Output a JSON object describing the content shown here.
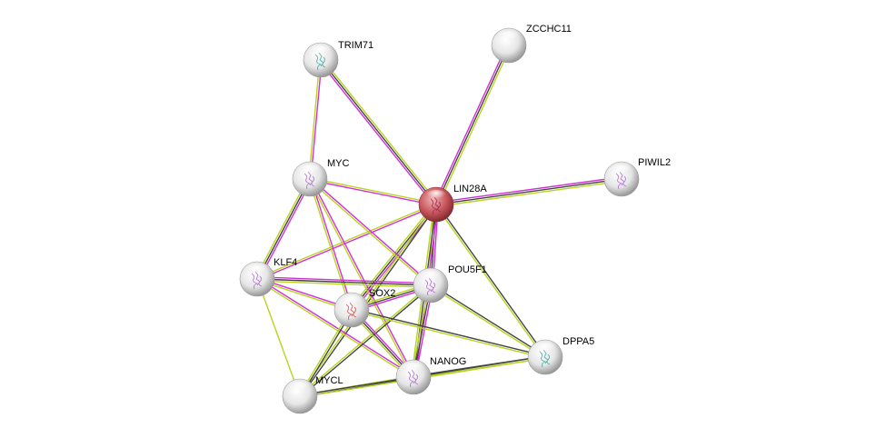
{
  "diagram": {
    "type": "protein-interaction-network",
    "query_protein": "LIN28A",
    "edge_colors": {
      "magenta": "#d12fd6",
      "black": "#444444",
      "yellow": "#b8d41e"
    },
    "nodes": [
      {
        "id": "LIN28A",
        "label": "LIN28A",
        "query": true,
        "color": "#c85a60",
        "has_structure": true
      },
      {
        "id": "TRIM71",
        "label": "TRIM71",
        "query": false,
        "color": "#e0e0e0",
        "has_structure": true
      },
      {
        "id": "ZCCHC11",
        "label": "ZCCHC11",
        "query": false,
        "color": "#e0e0e0",
        "has_structure": false
      },
      {
        "id": "PIWIL2",
        "label": "PIWIL2",
        "query": false,
        "color": "#e0e0e0",
        "has_structure": true
      },
      {
        "id": "MYC",
        "label": "MYC",
        "query": false,
        "color": "#e0e0e0",
        "has_structure": true
      },
      {
        "id": "KLF4",
        "label": "KLF4",
        "query": false,
        "color": "#e0e0e0",
        "has_structure": true
      },
      {
        "id": "POU5F1",
        "label": "POU5F1",
        "query": false,
        "color": "#e0e0e0",
        "has_structure": true
      },
      {
        "id": "SOX2",
        "label": "SOX2",
        "query": false,
        "color": "#e0e0e0",
        "has_structure": true
      },
      {
        "id": "DPPA5",
        "label": "DPPA5",
        "query": false,
        "color": "#e0e0e0",
        "has_structure": true
      },
      {
        "id": "NANOG",
        "label": "NANOG",
        "query": false,
        "color": "#e0e0e0",
        "has_structure": true
      },
      {
        "id": "MYCL",
        "label": "MYCL",
        "query": false,
        "color": "#e0e0e0",
        "has_structure": false
      }
    ],
    "edges": [
      {
        "source": "LIN28A",
        "target": "TRIM71",
        "types": [
          "magenta",
          "black",
          "yellow"
        ]
      },
      {
        "source": "LIN28A",
        "target": "ZCCHC11",
        "types": [
          "magenta",
          "black",
          "yellow"
        ]
      },
      {
        "source": "LIN28A",
        "target": "PIWIL2",
        "types": [
          "magenta",
          "black",
          "yellow"
        ]
      },
      {
        "source": "LIN28A",
        "target": "MYC",
        "types": [
          "magenta",
          "yellow"
        ]
      },
      {
        "source": "LIN28A",
        "target": "KLF4",
        "types": [
          "magenta",
          "yellow"
        ]
      },
      {
        "source": "LIN28A",
        "target": "POU5F1",
        "types": [
          "magenta",
          "black",
          "yellow"
        ]
      },
      {
        "source": "LIN28A",
        "target": "SOX2",
        "types": [
          "magenta",
          "black",
          "yellow"
        ]
      },
      {
        "source": "LIN28A",
        "target": "NANOG",
        "types": [
          "magenta",
          "black",
          "yellow"
        ]
      },
      {
        "source": "LIN28A",
        "target": "DPPA5",
        "types": [
          "black",
          "yellow"
        ]
      },
      {
        "source": "LIN28A",
        "target": "MYCL",
        "types": [
          "black",
          "yellow"
        ]
      },
      {
        "source": "TRIM71",
        "target": "MYC",
        "types": [
          "magenta",
          "yellow"
        ]
      },
      {
        "source": "MYC",
        "target": "KLF4",
        "types": [
          "magenta",
          "black",
          "yellow"
        ]
      },
      {
        "source": "MYC",
        "target": "POU5F1",
        "types": [
          "magenta",
          "yellow"
        ]
      },
      {
        "source": "MYC",
        "target": "SOX2",
        "types": [
          "magenta",
          "yellow"
        ]
      },
      {
        "source": "MYC",
        "target": "NANOG",
        "types": [
          "magenta",
          "yellow"
        ]
      },
      {
        "source": "KLF4",
        "target": "POU5F1",
        "types": [
          "magenta",
          "black",
          "yellow"
        ]
      },
      {
        "source": "KLF4",
        "target": "SOX2",
        "types": [
          "magenta",
          "yellow"
        ]
      },
      {
        "source": "KLF4",
        "target": "NANOG",
        "types": [
          "magenta",
          "yellow"
        ]
      },
      {
        "source": "KLF4",
        "target": "MYCL",
        "types": [
          "yellow"
        ]
      },
      {
        "source": "POU5F1",
        "target": "SOX2",
        "types": [
          "magenta",
          "black",
          "yellow"
        ]
      },
      {
        "source": "POU5F1",
        "target": "NANOG",
        "types": [
          "magenta",
          "black",
          "yellow"
        ]
      },
      {
        "source": "POU5F1",
        "target": "DPPA5",
        "types": [
          "black",
          "yellow"
        ]
      },
      {
        "source": "POU5F1",
        "target": "MYCL",
        "types": [
          "black",
          "yellow"
        ]
      },
      {
        "source": "SOX2",
        "target": "NANOG",
        "types": [
          "magenta",
          "black",
          "yellow"
        ]
      },
      {
        "source": "SOX2",
        "target": "DPPA5",
        "types": [
          "black",
          "yellow"
        ]
      },
      {
        "source": "SOX2",
        "target": "MYCL",
        "types": [
          "black",
          "yellow"
        ]
      },
      {
        "source": "NANOG",
        "target": "DPPA5",
        "types": [
          "black",
          "yellow"
        ]
      },
      {
        "source": "NANOG",
        "target": "MYCL",
        "types": [
          "black",
          "yellow"
        ]
      },
      {
        "source": "MYCL",
        "target": "DPPA5",
        "types": [
          "black",
          "yellow"
        ]
      }
    ]
  }
}
